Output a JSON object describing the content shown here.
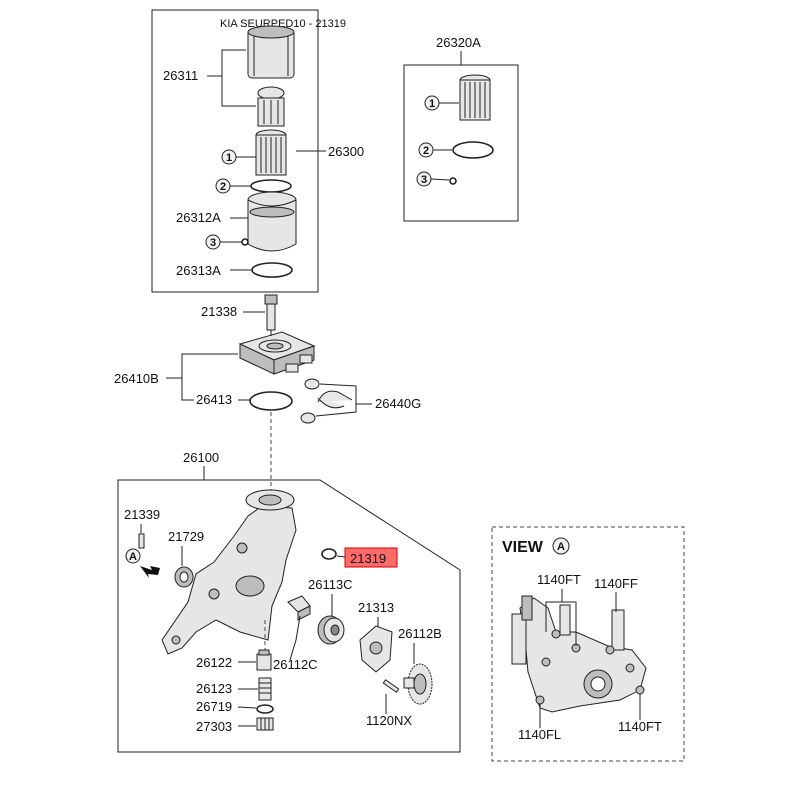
{
  "header": {
    "title": "KIA SEURPED10 - 21319"
  },
  "highlight": {
    "part_number": "21319",
    "color": "#ff6b6b",
    "border_color": "#d00000"
  },
  "filter_group": {
    "label_26311": "26311",
    "label_26300": "26300",
    "label_26312A": "26312A",
    "label_26313A": "26313A",
    "markers": [
      "1",
      "2",
      "3"
    ]
  },
  "kit_group": {
    "title": "26320A",
    "markers": [
      "1",
      "2",
      "3"
    ]
  },
  "cooler_group": {
    "label_21338": "21338",
    "label_26410B": "26410B",
    "label_26413": "26413",
    "label_26440G": "26440G"
  },
  "pump_group": {
    "label_26100": "26100",
    "label_21339": "21339",
    "label_21729": "21729",
    "label_26113C": "26113C",
    "label_21313": "21313",
    "label_26112B": "26112B",
    "label_26122": "26122",
    "label_26112C": "26112C",
    "label_26123": "26123",
    "label_26719": "26719",
    "label_27303": "27303",
    "label_1120NX": "1120NX",
    "view_marker": "A"
  },
  "view_panel": {
    "title": "VIEW",
    "marker": "A",
    "label_1140FT_top": "1140FT",
    "label_1140FF": "1140FF",
    "label_1140FL": "1140FL",
    "label_1140FT_bottom": "1140FT"
  }
}
